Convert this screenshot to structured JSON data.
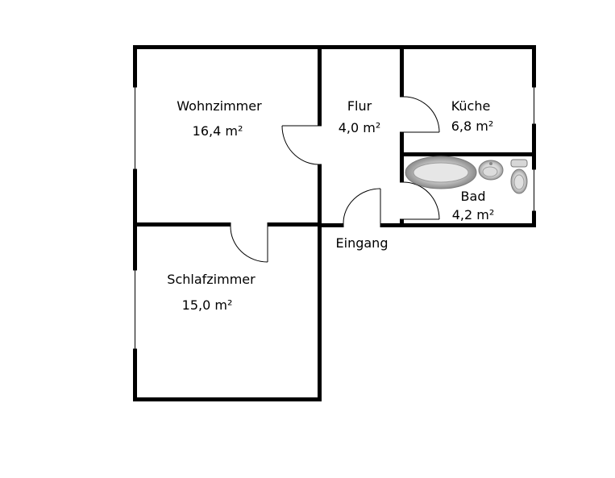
{
  "floorplan": {
    "rooms": [
      {
        "id": "wohnzimmer",
        "name": "Wohnzimmer",
        "area": "16,4 m²"
      },
      {
        "id": "flur",
        "name": "Flur",
        "area": "4,0 m²"
      },
      {
        "id": "kueche",
        "name": "Küche",
        "area": "6,8 m²"
      },
      {
        "id": "bad",
        "name": "Bad",
        "area": "4,2 m²"
      },
      {
        "id": "schlafzimmer",
        "name": "Schlafzimmer",
        "area": "15,0 m²"
      }
    ],
    "entrance_label": "Eingang",
    "fixtures": [
      "bathtub",
      "sink",
      "toilet"
    ],
    "colors": {
      "wall": "#000000",
      "background": "#ffffff",
      "fixture": "#b5b5b5"
    }
  }
}
